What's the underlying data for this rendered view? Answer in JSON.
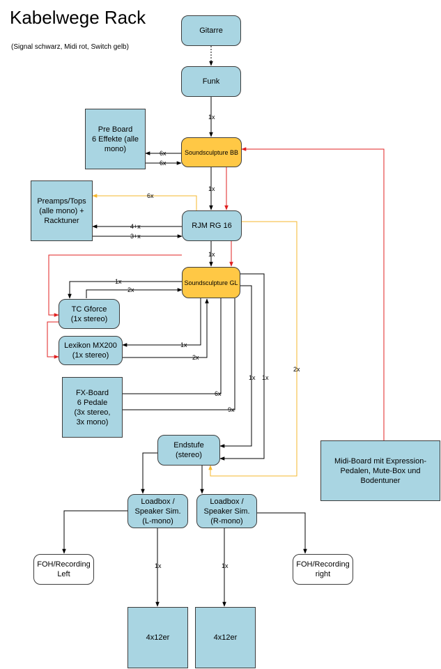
{
  "title": "Kabelwege Rack",
  "subtitle": "(Signal schwarz, Midi rot, Switch gelb)",
  "colors": {
    "box_blue": "#a9d5e2",
    "box_yellow": "#ffc845",
    "signal": "#000000",
    "midi": "#e02020",
    "switch": "#ffc845"
  },
  "nodes": {
    "gitarre": "Gitarre",
    "funk": "Funk",
    "preboard": "Pre Board\n6 Effekte (alle\nmono)",
    "ss_bb": "Soundsculpture BB",
    "preamps": "Preamps/Tops\n(alle mono) +\nRacktuner",
    "rjm": "RJM RG 16",
    "ss_gl": "Soundsculpture GL",
    "tc": "TC Gforce\n(1x stereo)",
    "lexikon": "Lexikon MX200\n(1x stereo)",
    "fx": "FX-Board\n6 Pedale\n(3x stereo,\n3x mono)",
    "endstufe": "Endstufe\n(stereo)",
    "midiboard": "Midi-Board mit Expression-\nPedalen, Mute-Box und\nBodentuner",
    "loadbox_l": "Loadbox /\nSpeaker Sim.\n(L-mono)",
    "loadbox_r": "Loadbox /\nSpeaker Sim.\n(R-mono)",
    "foh_l": "FOH/Recording\nLeft",
    "foh_r": "FOH/Recording\nright",
    "cab_l": "4x12er",
    "cab_r": "4x12er"
  },
  "labels": {
    "funk_bb": "1x",
    "bb_pre_1": "6x",
    "bb_pre_2": "6x",
    "bb_rjm": "1x",
    "rjm_preamps_switch": "6x",
    "rjm_preamps_1": "4+x",
    "rjm_preamps_2": "3+x",
    "rjm_gl": "1x",
    "gl_tc_1": "1x",
    "gl_tc_2": "2x",
    "gl_lex_1": "1x",
    "gl_lex_2": "2x",
    "fx_gl_1": "6x",
    "fx_gl_2": "9x",
    "gl_end_1": "1x",
    "gl_end_2": "1x",
    "switch_end": "2x",
    "loadl_cab": "1x",
    "loadr_cab": "1x"
  }
}
